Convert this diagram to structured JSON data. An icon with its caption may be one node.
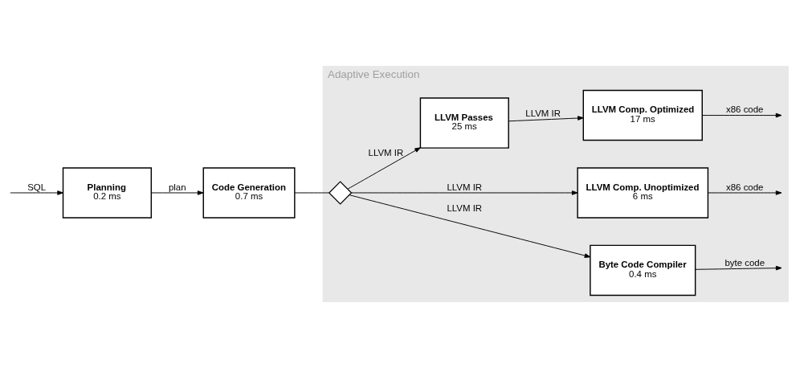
{
  "diagram": {
    "nodes": [
      {
        "text": [
          "Adaptive Execution"
        ]
      },
      {
        "text": [
          "Planning",
          "0.2 ms"
        ]
      },
      {
        "text": [
          "Code Generation",
          "0.7 ms"
        ]
      },
      {
        "text": [],
        "shape": "diamond",
        "in": 0
      },
      {
        "text": [
          "Byte Code Compiler",
          "0.4 ms"
        ],
        "in": 0
      },
      {
        "text": [
          "LLVM Comp. Unoptimized",
          "6 ms"
        ],
        "in": 0
      },
      {
        "text": [
          "LLVM Passes",
          "25 ms"
        ],
        "in": 0
      },
      {
        "text": [
          "LLVM Comp. Optimized",
          "17 ms"
        ],
        "in": 0
      }
    ],
    "edges": [
      {
        "from": null,
        "to": 1,
        "arrow": "to",
        "label": "SQL"
      },
      {
        "from": 1,
        "to": 2,
        "arrow": "to",
        "label": "plan"
      },
      {
        "from": 2,
        "to": 3,
        "arrow": "none"
      },
      {
        "from": 3,
        "to": 4,
        "arrow": "to",
        "label": "LLVM IR"
      },
      {
        "from": 3,
        "to": 5,
        "arrow": "to",
        "label": "LLVM IR"
      },
      {
        "from": 3,
        "to": 6,
        "arrow": "to",
        "label": "LLVM IR"
      },
      {
        "from": 6,
        "to": 7,
        "arrow": "to",
        "label": "LLVM IR"
      },
      {
        "from": 4,
        "to": null,
        "arrow": "to",
        "label": "byte code"
      },
      {
        "from": 5,
        "to": null,
        "arrow": "to",
        "label": "x86 code"
      },
      {
        "from": 7,
        "to": null,
        "arrow": "to",
        "label": "x86 code"
      }
    ]
  }
}
